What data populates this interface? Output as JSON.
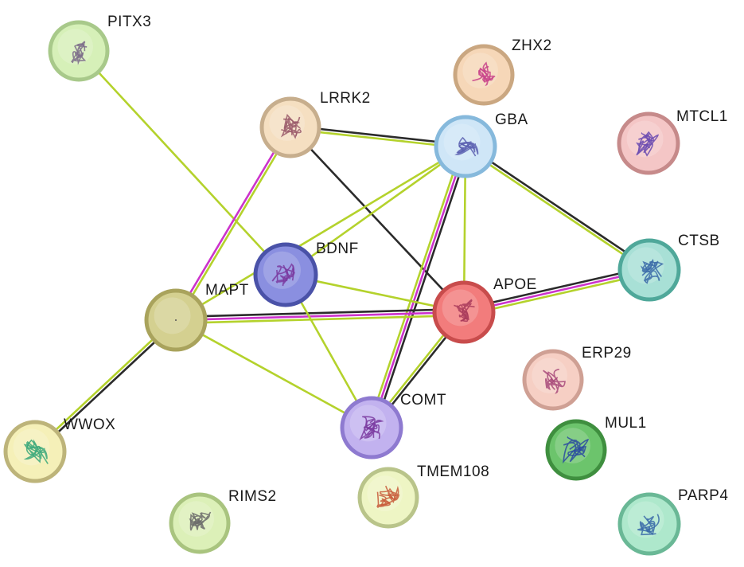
{
  "nodes": [
    {
      "id": "PITX3",
      "label": "PITX3",
      "fill": "#d6f0b8",
      "ring": "#a8c98a",
      "art": "#7a6a88"
    },
    {
      "id": "ZHX2",
      "label": "ZHX2",
      "fill": "#f6d7b8",
      "ring": "#caa781",
      "art": "#c8428a"
    },
    {
      "id": "LRRK2",
      "label": "LRRK2",
      "fill": "#f5dfc1",
      "ring": "#c7ae8d",
      "art": "#9a5a6a"
    },
    {
      "id": "GBA",
      "label": "GBA",
      "fill": "#cfe6f7",
      "ring": "#86b9dc",
      "art": "#5b5fb0"
    },
    {
      "id": "MTCL1",
      "label": "MTCL1",
      "fill": "#f4c6c6",
      "ring": "#c68a8a",
      "art": "#6a4ab0"
    },
    {
      "id": "BDNF",
      "label": "BDNF",
      "fill": "#8a8fe0",
      "ring": "#4a52a8",
      "art": "#7a3aa0"
    },
    {
      "id": "CTSB",
      "label": "CTSB",
      "fill": "#a8e0d6",
      "ring": "#4fa89a",
      "art": "#3a6aa8"
    },
    {
      "id": "MAPT",
      "label": "MAPT",
      "fill": "#d4d090",
      "ring": "#a9a35c",
      "art": "#8a8450"
    },
    {
      "id": "APOE",
      "label": "APOE",
      "fill": "#f27c7c",
      "ring": "#c84c4c",
      "art": "#a83a5a"
    },
    {
      "id": "ERP29",
      "label": "ERP29",
      "fill": "#f6cfc4",
      "ring": "#cfa094",
      "art": "#a84a7a"
    },
    {
      "id": "COMT",
      "label": "COMT",
      "fill": "#c2b2ef",
      "ring": "#8e7ad0",
      "art": "#7a3aa0"
    },
    {
      "id": "WWOX",
      "label": "WWOX",
      "fill": "#f5f0b8",
      "ring": "#bdb47a",
      "art": "#3aa87a"
    },
    {
      "id": "MUL1",
      "label": "MUL1",
      "fill": "#6cc46c",
      "ring": "#3f8f3f",
      "art": "#2a4aa0"
    },
    {
      "id": "TMEM108",
      "label": "TMEM108",
      "fill": "#eef5c4",
      "ring": "#b9c48a",
      "art": "#c85a3a"
    },
    {
      "id": "RIMS2",
      "label": "RIMS2",
      "fill": "#dcf0b8",
      "ring": "#a9c47f",
      "art": "#6a6a6a"
    },
    {
      "id": "PARP4",
      "label": "PARP4",
      "fill": "#aee8cc",
      "ring": "#6ab896",
      "art": "#3a6aa8"
    }
  ],
  "edges": [
    {
      "a": "PITX3",
      "b": "BDNF",
      "types": [
        "green"
      ]
    },
    {
      "a": "LRRK2",
      "b": "GBA",
      "types": [
        "black",
        "green"
      ]
    },
    {
      "a": "LRRK2",
      "b": "MAPT",
      "types": [
        "green",
        "magenta"
      ]
    },
    {
      "a": "LRRK2",
      "b": "APOE",
      "types": [
        "black"
      ]
    },
    {
      "a": "GBA",
      "b": "BDNF",
      "types": [
        "green"
      ]
    },
    {
      "a": "GBA",
      "b": "MAPT",
      "types": [
        "green"
      ]
    },
    {
      "a": "GBA",
      "b": "CTSB",
      "types": [
        "black",
        "green"
      ]
    },
    {
      "a": "GBA",
      "b": "APOE",
      "types": [
        "green"
      ]
    },
    {
      "a": "GBA",
      "b": "COMT",
      "types": [
        "black",
        "magenta",
        "green"
      ]
    },
    {
      "a": "MAPT",
      "b": "APOE",
      "types": [
        "black",
        "magenta",
        "green"
      ]
    },
    {
      "a": "MAPT",
      "b": "WWOX",
      "types": [
        "black",
        "green"
      ]
    },
    {
      "a": "MAPT",
      "b": "COMT",
      "types": [
        "green"
      ]
    },
    {
      "a": "BDNF",
      "b": "APOE",
      "types": [
        "green"
      ]
    },
    {
      "a": "BDNF",
      "b": "COMT",
      "types": [
        "green"
      ]
    },
    {
      "a": "APOE",
      "b": "CTSB",
      "types": [
        "black",
        "magenta",
        "green"
      ]
    },
    {
      "a": "APOE",
      "b": "COMT",
      "types": [
        "black",
        "green"
      ]
    }
  ],
  "edge_colors": {
    "black": "#2b2b2b",
    "green": "#b4d22c",
    "magenta": "#cc33cc"
  }
}
